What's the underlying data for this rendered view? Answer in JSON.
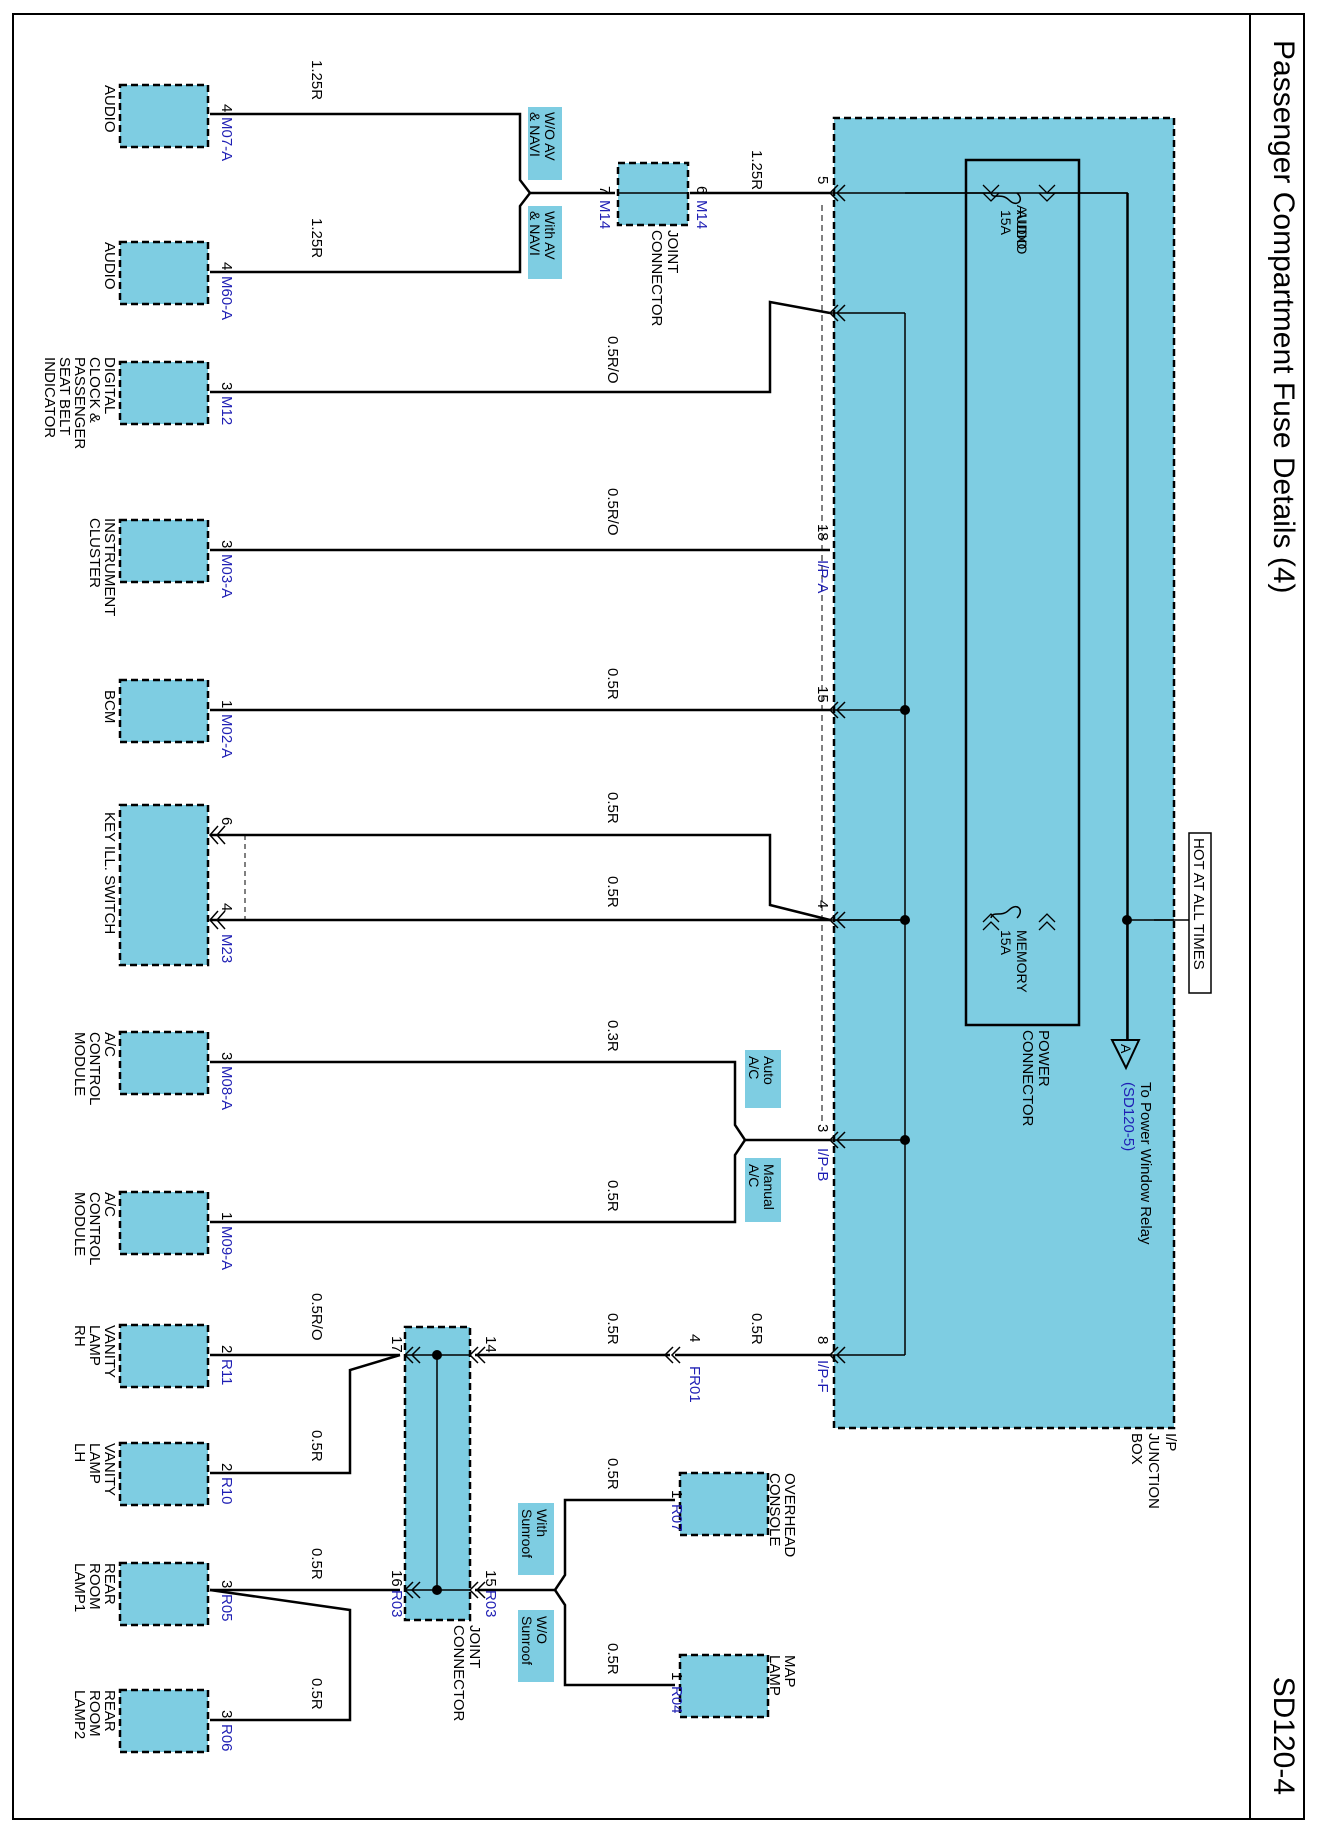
{
  "title": "Passenger Compartment Fuse Details (4)",
  "page_code": "SD120-4",
  "hot_label": "HOT AT ALL TIMES",
  "junction_box": [
    "I/P",
    "JUNCTION",
    "BOX"
  ],
  "power_connector": [
    "POWER",
    "CONNECTOR"
  ],
  "fuses": {
    "audio": [
      "AUDIO",
      "15A"
    ],
    "memory": [
      "MEMORY",
      "15A"
    ]
  },
  "power_window": {
    "symbol": "A",
    "line1": "To Power Window Relay",
    "line2": "(SD120-5)"
  },
  "jb_connectors": {
    "pin5": "5",
    "pin18": "18",
    "conn_ipa": "I/P-A",
    "pin15": "15",
    "pin4": "4",
    "pin3": "3",
    "conn_ipb": "I/P-B",
    "pin8": "8",
    "conn_ipf": "I/P-F"
  },
  "joint_m14": {
    "label": [
      "JOINT",
      "CONNECTOR"
    ],
    "pin6": "6",
    "conn6": "M14",
    "pin7": "7",
    "conn7": "M14"
  },
  "joint_r03": {
    "label": [
      "JOINT",
      "CONNECTOR"
    ],
    "pin14": "14",
    "pin17": "17",
    "pin15": "15",
    "conn15": "R03",
    "pin16": "16",
    "conn16": "R03"
  },
  "options": {
    "wo_av": [
      "W/O AV",
      "& NAVI"
    ],
    "with_av": [
      "With AV",
      "& NAVI"
    ],
    "auto_ac": [
      "Auto",
      "A/C"
    ],
    "manual_ac": [
      "Manual",
      "A/C"
    ],
    "with_sunroof": [
      "With",
      "Sunroof"
    ],
    "wo_sunroof": [
      "W/O",
      "Sunroof"
    ]
  },
  "wires": {
    "m14_to_jb": "1.25R",
    "audio_m07": "1.25R",
    "audio_m60": "1.25R",
    "clock": "0.5R/O",
    "cluster": "0.5R/O",
    "bcm": "0.5R",
    "key6": "0.5R",
    "key4": "0.5R",
    "ac_m08": "0.3R",
    "ac_m09": "0.5R",
    "jb_to_fr01": "0.5R",
    "fr01_to_r03": "0.5R",
    "vanity_rh": "0.5R/O",
    "vanity_lh": "0.5R",
    "rear_room1": "0.5R",
    "rear_room2": "0.5R",
    "overhead": "0.5R",
    "map_lamp": "0.5R"
  },
  "fr01": {
    "pin": "4",
    "conn": "FR01"
  },
  "components": {
    "audio_m07": {
      "name": [
        "AUDIO"
      ],
      "pin": "4",
      "conn": "M07-A"
    },
    "audio_m60": {
      "name": [
        "AUDIO"
      ],
      "pin": "4",
      "conn": "M60-A"
    },
    "clock": {
      "name": [
        "DIGITAL",
        "CLOCK &",
        "PASSENGER",
        "SEAT BELT",
        "INDICATOR"
      ],
      "pin": "3",
      "conn": "M12"
    },
    "cluster": {
      "name": [
        "INSTRUMENT",
        "CLUSTER"
      ],
      "pin": "3",
      "conn": "M03-A"
    },
    "bcm": {
      "name": [
        "BCM"
      ],
      "pin": "1",
      "conn": "M02-A"
    },
    "key": {
      "name": [
        "KEY ILL. SWITCH"
      ],
      "pin6": "6",
      "pin4": "4",
      "conn": "M23"
    },
    "ac_m08": {
      "name": [
        "A/C",
        "CONTROL",
        "MODULE"
      ],
      "pin": "3",
      "conn": "M08-A"
    },
    "ac_m09": {
      "name": [
        "A/C",
        "CONTROL",
        "MODULE"
      ],
      "pin": "1",
      "conn": "M09-A"
    },
    "vanity_rh": {
      "name": [
        "VANITY",
        "LAMP",
        "RH"
      ],
      "pin": "2",
      "conn": "R11"
    },
    "vanity_lh": {
      "name": [
        "VANITY",
        "LAMP",
        "LH"
      ],
      "pin": "2",
      "conn": "R10"
    },
    "rear_room1": {
      "name": [
        "REAR",
        "ROOM",
        "LAMP1"
      ],
      "pin": "3",
      "conn": "R05"
    },
    "rear_room2": {
      "name": [
        "REAR",
        "ROOM",
        "LAMP2"
      ],
      "pin": "3",
      "conn": "R06"
    },
    "overhead": {
      "name": [
        "OVERHEAD",
        "CONSOLE"
      ],
      "pin": "1",
      "conn": "R07"
    },
    "map_lamp": {
      "name": [
        "MAP",
        "LAMP"
      ],
      "pin": "1",
      "conn": "R04"
    }
  },
  "colors": {
    "box_fill": "#7ecde2",
    "wire": "#000000",
    "conn_text": "#1f1fb4",
    "frame": "#000000"
  }
}
